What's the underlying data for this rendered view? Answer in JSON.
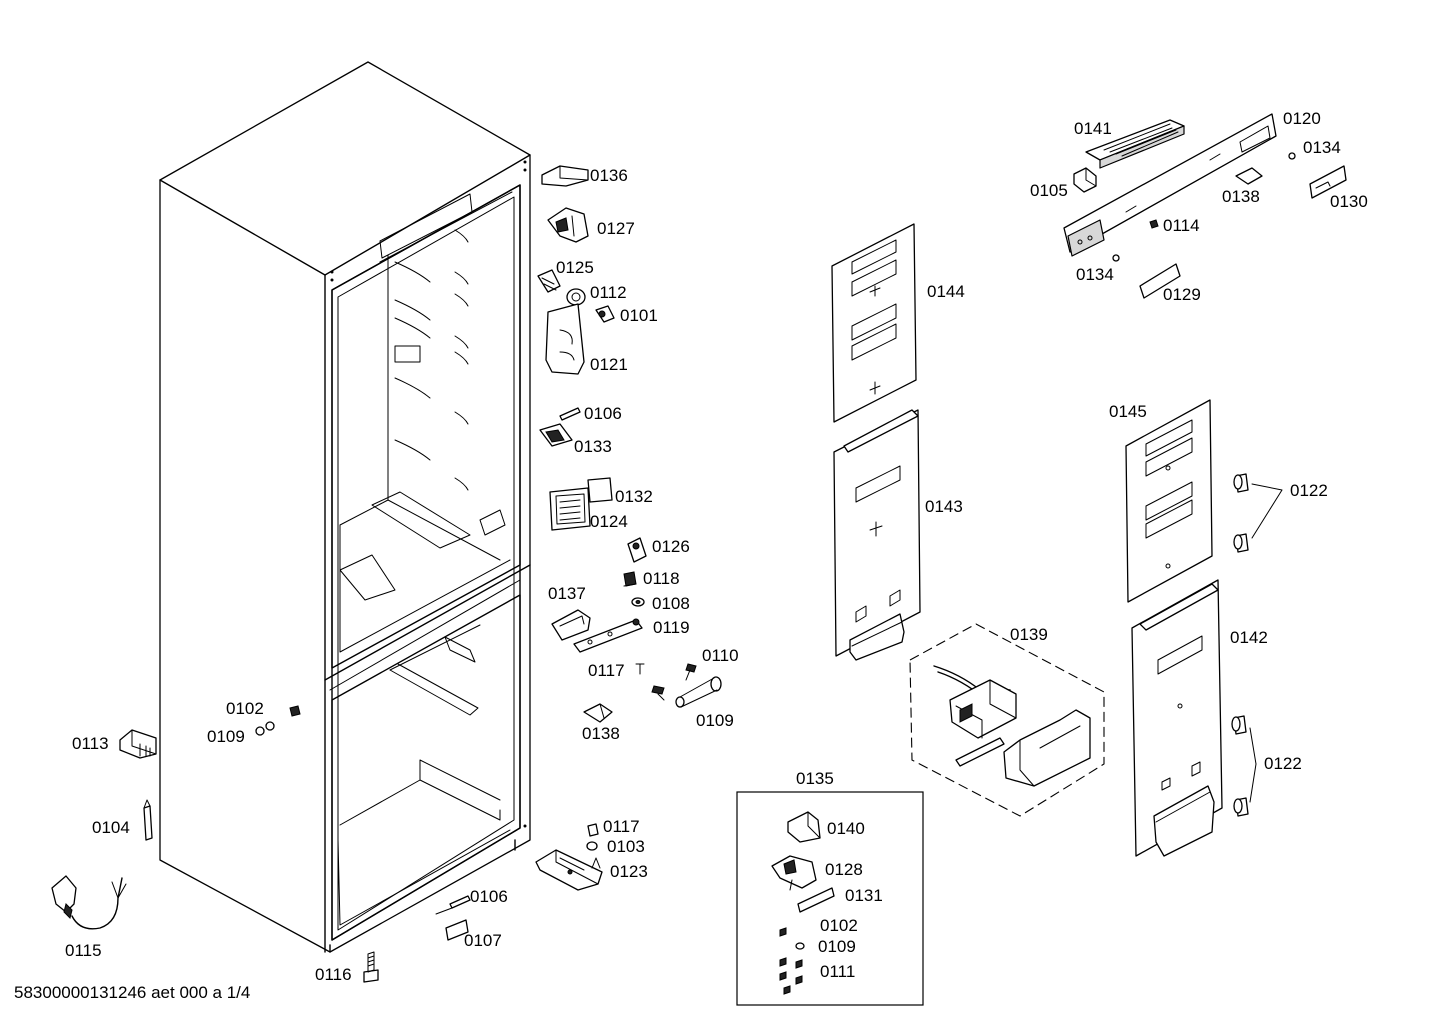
{
  "document_id": "58300000131246 aet 000 a 1/4",
  "callouts": {
    "p0136": "0136",
    "p0127": "0127",
    "p0125": "0125",
    "p0112": "0112",
    "p0101": "0101",
    "p0121": "0121",
    "p0106a": "0106",
    "p0133": "0133",
    "p0132": "0132",
    "p0124": "0124",
    "p0126": "0126",
    "p0118": "0118",
    "p0137": "0137",
    "p0108": "0108",
    "p0119": "0119",
    "p0110": "0110",
    "p0117a": "0117",
    "p0109a": "0109",
    "p0138a": "0138",
    "p0102a": "0102",
    "p0109b": "0109",
    "p0113": "0113",
    "p0104": "0104",
    "p0115": "0115",
    "p0116": "0116",
    "p0117b": "0117",
    "p0103": "0103",
    "p0123": "0123",
    "p0106b": "0106",
    "p0107": "0107",
    "p0141": "0141",
    "p0120": "0120",
    "p0134a": "0134",
    "p0105": "0105",
    "p0138b": "0138",
    "p0130": "0130",
    "p0114": "0114",
    "p0134b": "0134",
    "p0129": "0129",
    "p0144": "0144",
    "p0143": "0143",
    "p0145": "0145",
    "p0122a": "0122",
    "p0142": "0142",
    "p0122b": "0122",
    "p0139": "0139",
    "p0135": "0135",
    "p0140": "0140",
    "p0128": "0128",
    "p0131": "0131",
    "p0102b": "0102",
    "p0109c": "0109",
    "p0111": "0111"
  }
}
